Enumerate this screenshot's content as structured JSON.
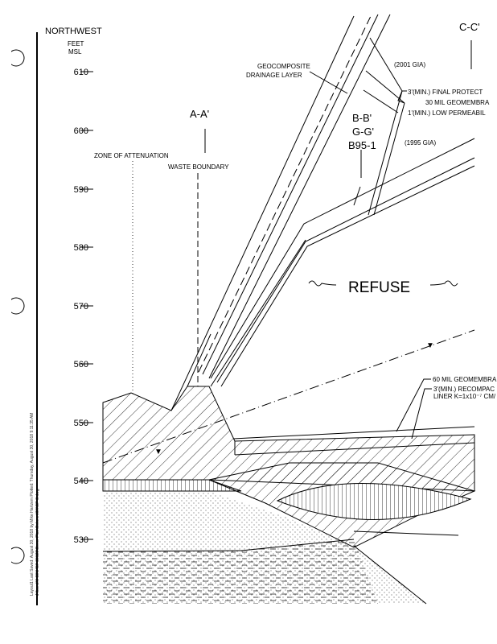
{
  "header": {
    "direction": "NORTHWEST",
    "units_line1": "FEET",
    "units_line2": "MSL"
  },
  "elevations": [
    "610",
    "600",
    "590",
    "580",
    "570",
    "560",
    "550",
    "540",
    "530"
  ],
  "sections": {
    "a": "A-A'",
    "b": "B-B'",
    "g": "G-G'",
    "b95": "B95-1",
    "c": "C-C'"
  },
  "labels": {
    "zone": "ZONE OF ATTENUATION",
    "waste_boundary": "WASTE BOUNDARY",
    "geocomposite_1": "GEOCOMPOSITE",
    "geocomposite_2": "DRAINAGE LAYER",
    "gia_2001": "(2001 GIA)",
    "gia_1995": "(1995 GIA)",
    "final_protect": "3'(MIN.) FINAL PROTECT",
    "geomembrane_30": "30 MIL GEOMEMBRA",
    "low_perm": "1'(MIN.) LOW PERMEABIL",
    "refuse": "REFUSE",
    "geomembrane_60": "60 MIL GEOMEMBRA",
    "recompacted_1": "3'(MIN.) RECOMPAC",
    "recompacted_2": "LINER K=1x10⁻⁷ CM/"
  },
  "margin_text": {
    "line1": "Layout1  Last Saved: August 30, 2018 by Mike Hartzem   Plotted: Thursday, August 30, 2018 9:11:35 AM",
    "line2": "J:\\Landfill 33\\0457-30129\\Cover Plan\\Column\\SK\\GP-3.dwg"
  }
}
